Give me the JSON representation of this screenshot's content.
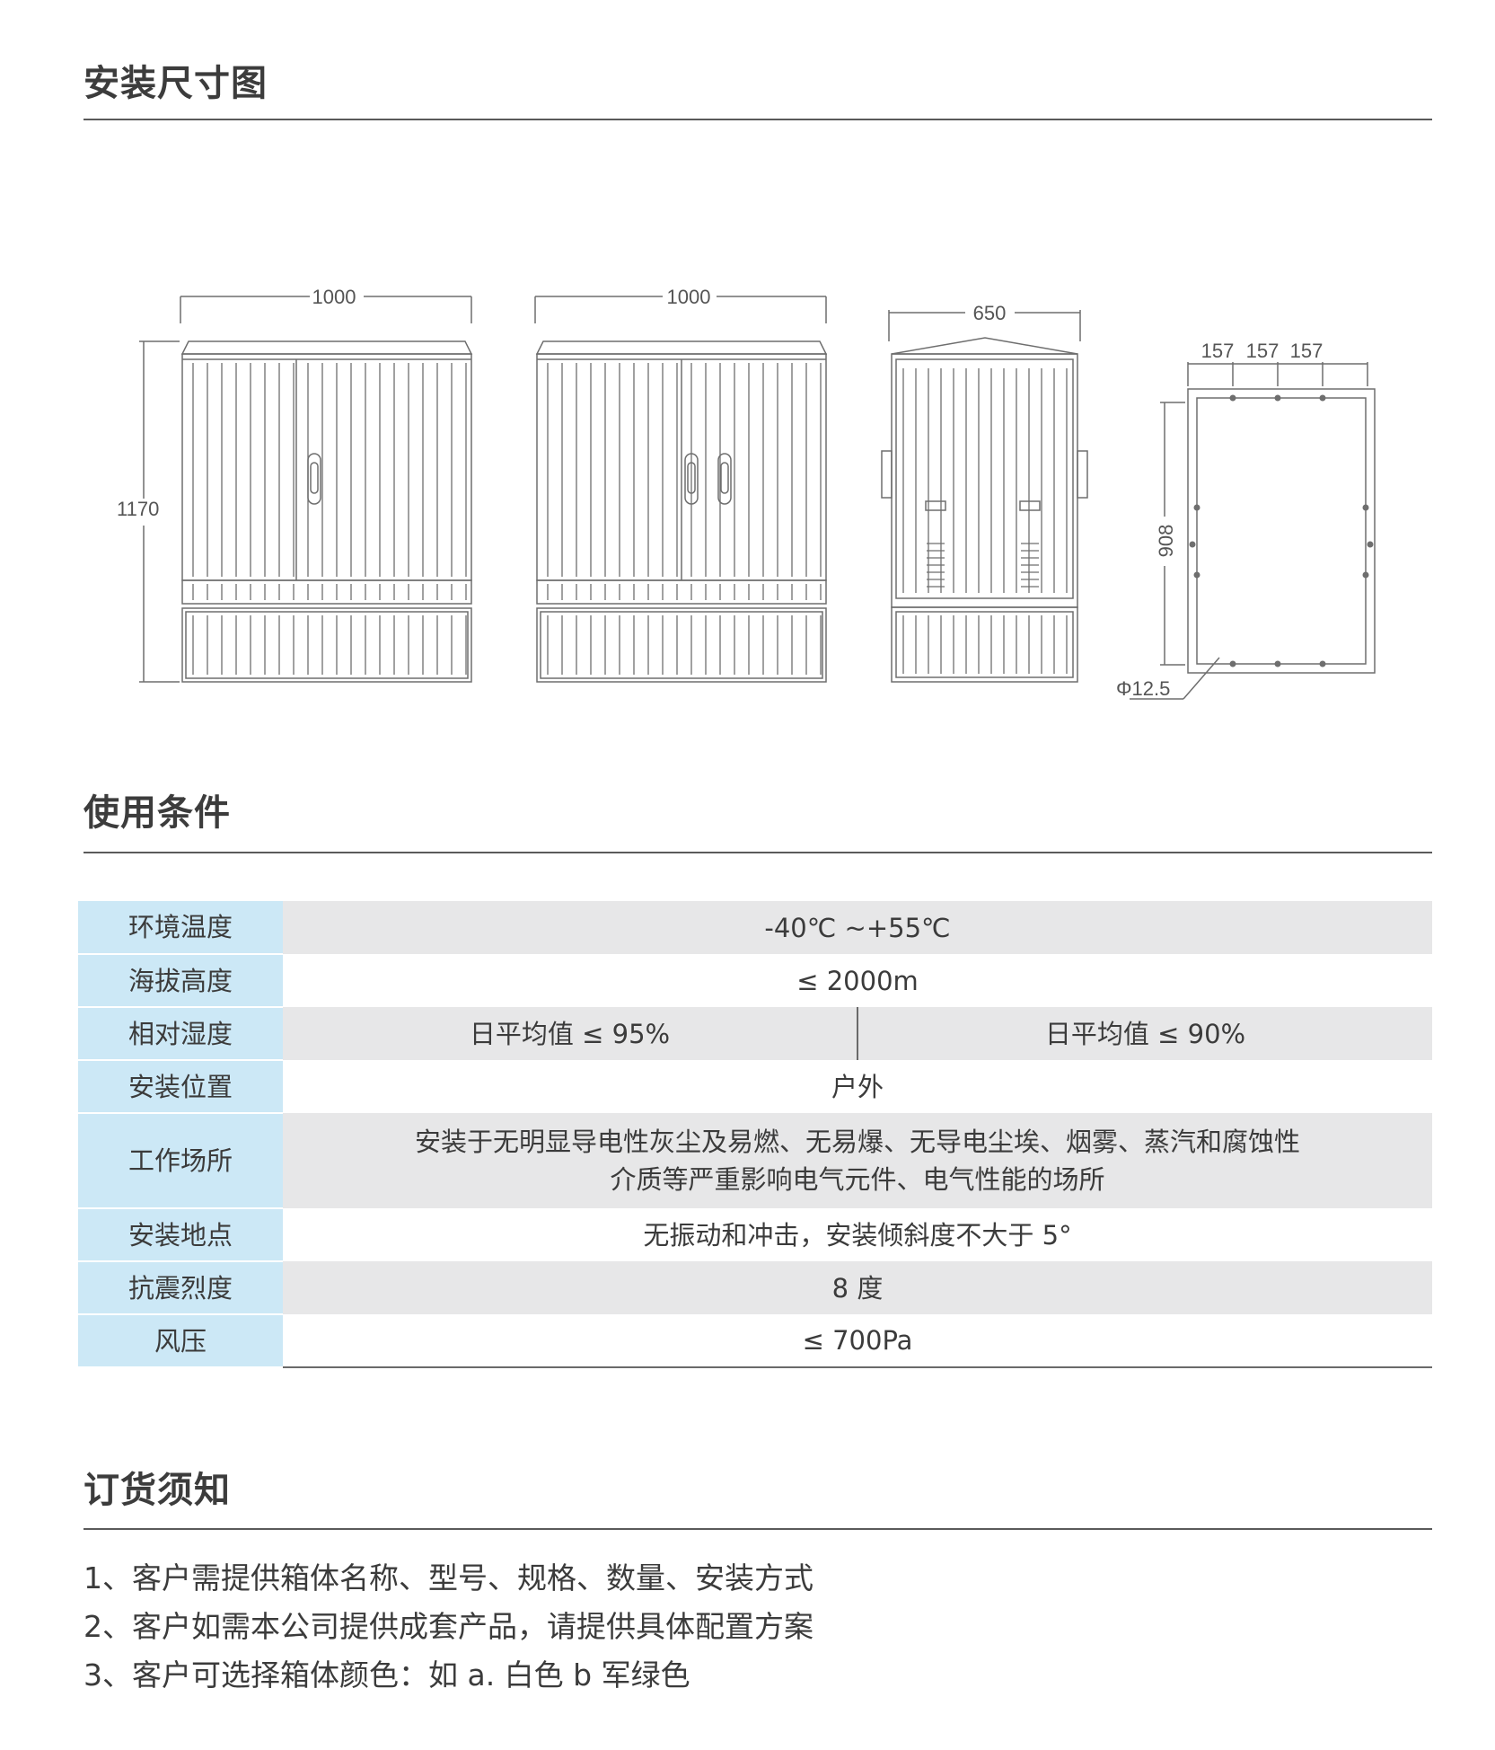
{
  "sections": {
    "dimensions_title": "安装尺寸图",
    "conditions_title": "使用条件",
    "ordering_title": "订货须知"
  },
  "drawing": {
    "front1_width": "1000",
    "front2_width": "1000",
    "side_depth": "650",
    "height": "1170",
    "base_spacing": [
      "157",
      "157",
      "157"
    ],
    "base_depth": "908",
    "hole_diameter": "Φ12.5"
  },
  "conditions": [
    {
      "label": "环境温度",
      "value": "-40℃ ~+55℃"
    },
    {
      "label": "海拔高度",
      "value": "≤ 2000m"
    },
    {
      "label": "相对湿度",
      "value_left": "日平均值  ≤ 95%",
      "value_right": "日平均值  ≤ 90%"
    },
    {
      "label": "安装位置",
      "value": "户外"
    },
    {
      "label": "工作场所",
      "value_line1": "安装于无明显导电性灰尘及易燃、无易爆、无导电尘埃、烟雾、蒸汽和腐蚀性",
      "value_line2": "介质等严重影响电气元件、电气性能的场所"
    },
    {
      "label": "安装地点",
      "value": "无振动和冲击，安装倾斜度不大于 5°"
    },
    {
      "label": "抗震烈度",
      "value": "8 度"
    },
    {
      "label": "风压",
      "value": "≤ 700Pa"
    }
  ],
  "ordering_notes": [
    "1、客户需提供箱体名称、型号、规格、数量、安装方式",
    "2、客户如需本公司提供成套产品，请提供具体配置方案",
    "3、客户可选择箱体颜色：如 a. 白色 b 军绿色"
  ],
  "colors": {
    "label_bg": "#cce8f6",
    "row_stripe": "#e7e7e8",
    "rule": "#5a5a5a"
  }
}
